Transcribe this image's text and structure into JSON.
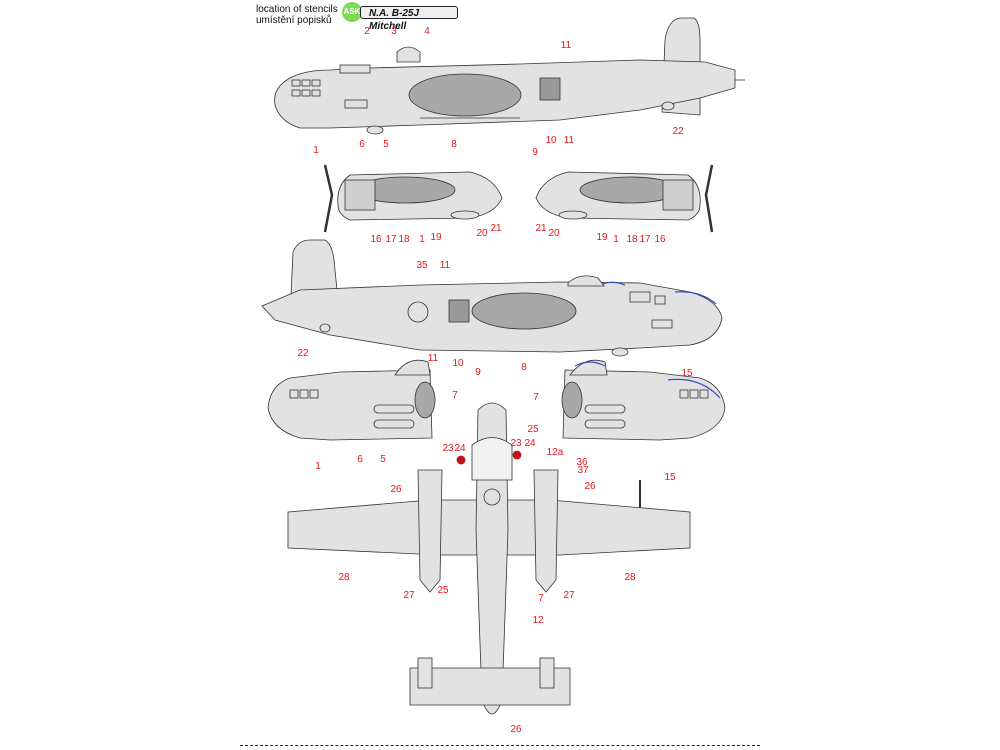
{
  "header": {
    "line1": "location of stencils",
    "line2": "umístění popisků",
    "logo": "ASK",
    "title": "N.A. B-25J Mitchell"
  },
  "colors": {
    "callout": "#e8141c",
    "outline": "#333333",
    "fill": "#e2e2e2",
    "shade": "#a8a8a8",
    "logo": "#7ed957",
    "blue_frame": "#3050c0"
  },
  "callouts": {
    "top_left_fuselage": [
      "2",
      "3",
      "4",
      "11",
      "11",
      "22",
      "1",
      "6",
      "5",
      "8",
      "10",
      "9"
    ],
    "engine_left": [
      "16",
      "17",
      "18",
      "1",
      "19",
      "20",
      "21"
    ],
    "engine_right": [
      "21",
      "20",
      "19",
      "1",
      "18",
      "17",
      "16"
    ],
    "right_fuselage": [
      "35",
      "11",
      "22",
      "11",
      "10",
      "9",
      "8",
      "15"
    ],
    "nose_sides": [
      "7",
      "1",
      "6",
      "5",
      "7",
      "15"
    ],
    "plan_view": [
      "25",
      "23",
      "24",
      "23",
      "24",
      "12a",
      "36",
      "37",
      "26",
      "26",
      "28",
      "28",
      "27",
      "27",
      "25",
      "7",
      "12",
      "26"
    ]
  }
}
